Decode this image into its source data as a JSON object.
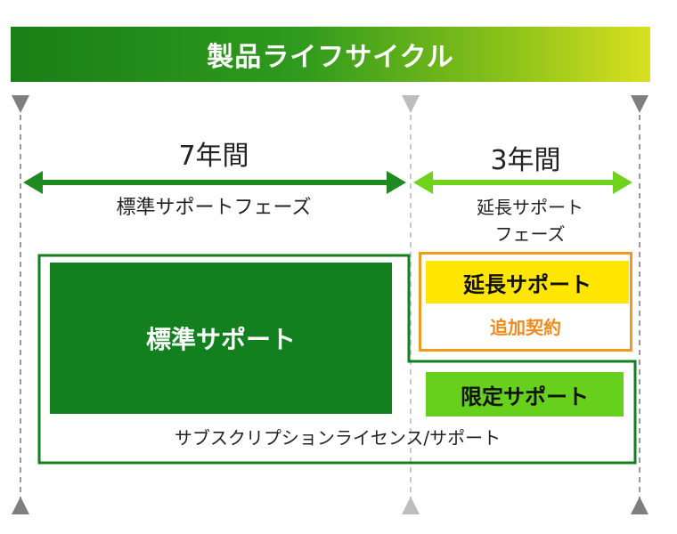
{
  "title": "製品ライフサイクル",
  "periods": {
    "standard_years": "7年間",
    "extended_years": "3年間"
  },
  "phases": {
    "standard_phase": "標準サポートフェーズ",
    "extended_phase_line1": "延長サポート",
    "extended_phase_line2": "フェーズ"
  },
  "boxes": {
    "standard_support": "標準サポート",
    "extended_support": "延長サポート",
    "additional_contract": "追加契約",
    "limited_support": "限定サポート",
    "subscription": "サブスクリプションライセンス/サポート"
  },
  "colors": {
    "banner_dark_green": "#1a7f17",
    "banner_yellow": "#d9e020",
    "standard_green": "#12801e",
    "arrow_dark_green": "#1f8a1f",
    "arrow_light_green": "#6fd21c",
    "extended_yellow": "#ffe600",
    "contract_orange": "#f18a1b",
    "limited_green": "#66d01c",
    "guide_gray": "#9a9a9a"
  }
}
